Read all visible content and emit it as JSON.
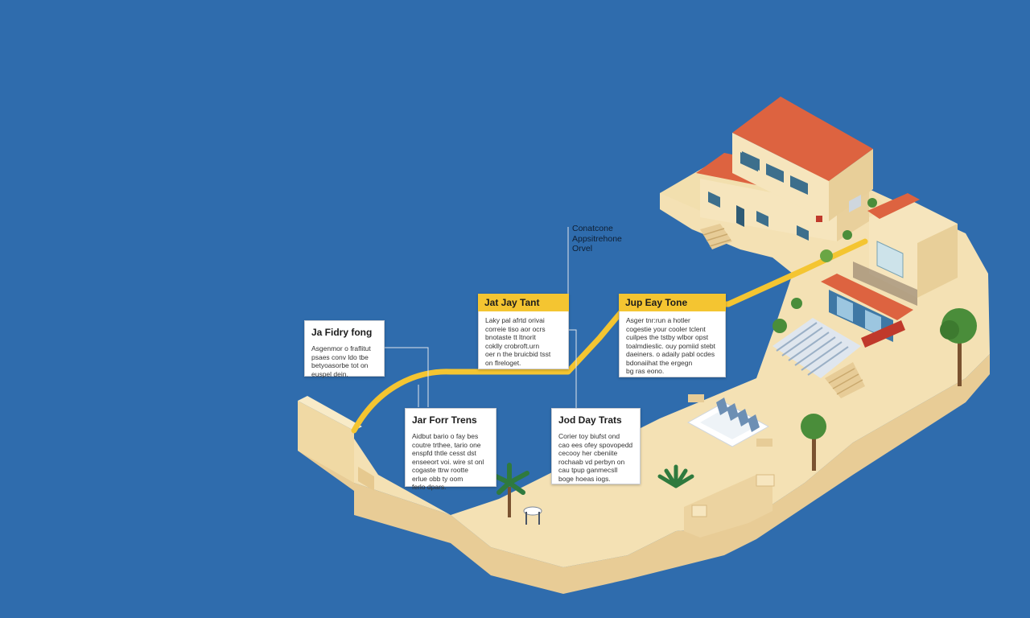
{
  "callout": {
    "text": "Conatcone\nAppsitrehone\nOrvel"
  },
  "cards": [
    {
      "id": "card-1",
      "title": "Ja Fidry fong",
      "body": "Asgenmor o fraflitut\npsaes conv ldo tbe\nbetyoasorbe tot on\neuspel dein."
    },
    {
      "id": "card-2",
      "title": "Jat Jay Tant",
      "body": "Laky pal afrtd orivai\ncorreie tiso aor ocrs\nbnotaste tt ltnorit\ncoklly crobroft.urn\noer n the bruicbid tsst\non flreloget."
    },
    {
      "id": "card-3",
      "title": "Jup Eay Tone",
      "body": "Asger tnr:run a hotler\ncogestie your cooler tclent\ncuilpes the tstby wlbor opst\ntoalmdieslic. ouy pomiid stebt\ndaeiners. o adaily pabl ocdes\nbdonaiihat the ergegn\nbg ras eono."
    },
    {
      "id": "card-4",
      "title": "Jar Forr Trens",
      "body": "Aidbut bario o fay bes\ncoutre trthee, tario one\nenspfd thtle cesst dst\nenseeort voi. wire st onl\ncogaste ttrw rootte\nerlue obb ty oom\nferlo dpars."
    },
    {
      "id": "card-5",
      "title": "Jod Day Trats",
      "body": "Corier toy biufst ond\ncao ees ofey spovopedd\ncecooy her cbeniite\nrochaab vd perbyn on\ncau tpup ganmecsll\nboge hoeas iogs."
    }
  ],
  "colors": {
    "water": "#2f6cad",
    "sand": "#f4e1b4",
    "roof": "#dd6340",
    "path": "#f4c531"
  }
}
